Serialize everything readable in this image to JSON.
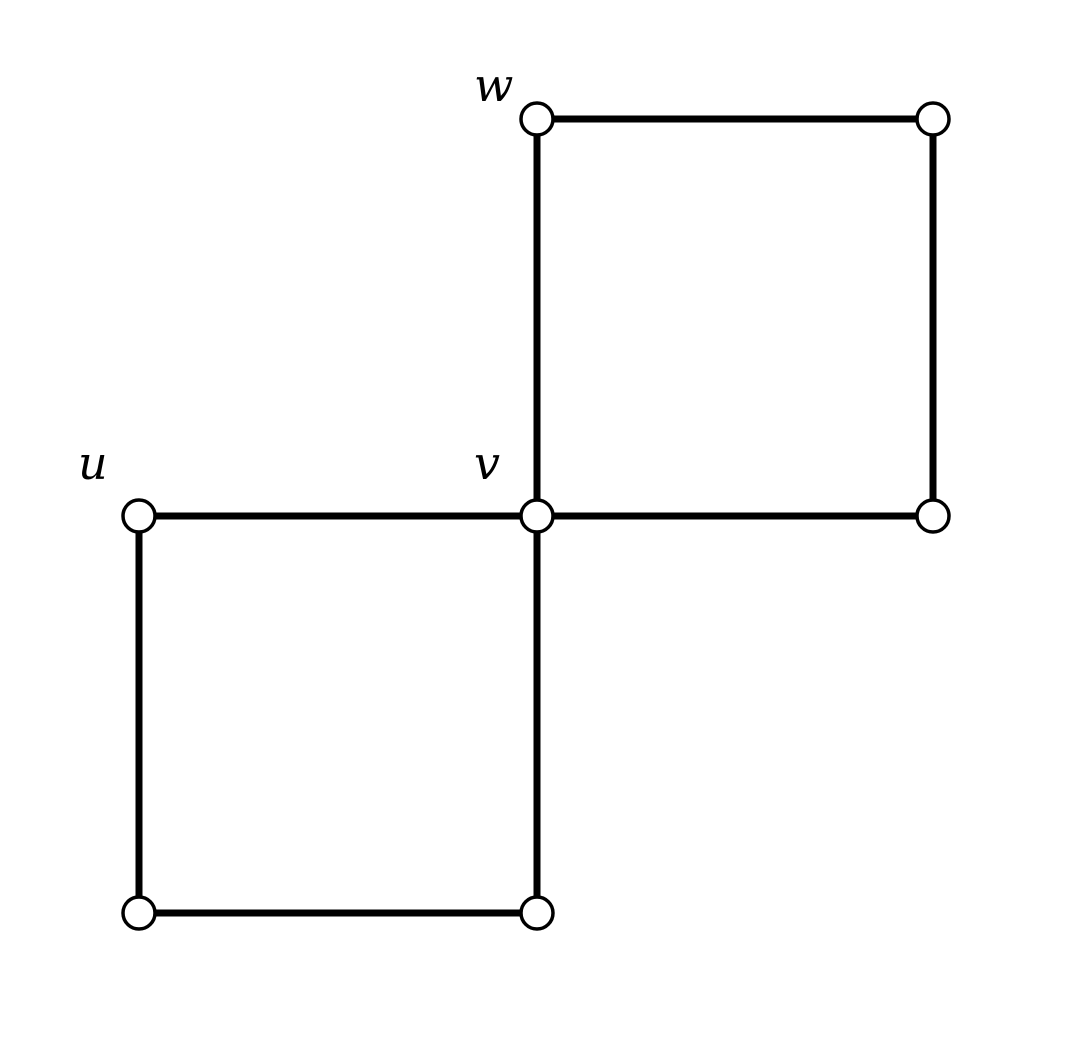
{
  "diagram": {
    "type": "graph",
    "labels": {
      "u": "u",
      "v": "v",
      "w": "w"
    },
    "nodes": [
      "u",
      "v",
      "w",
      "bottom-left",
      "bottom-right",
      "top-right",
      "right"
    ],
    "edges": [
      [
        "w",
        "top-right"
      ],
      [
        "w",
        "v"
      ],
      [
        "top-right",
        "right"
      ],
      [
        "v",
        "right"
      ],
      [
        "u",
        "v"
      ],
      [
        "u",
        "bottom-left"
      ],
      [
        "v",
        "bottom-right"
      ],
      [
        "bottom-left",
        "bottom-right"
      ]
    ],
    "colors": {
      "stroke": "#000000",
      "node_fill": "#ffffff"
    }
  }
}
